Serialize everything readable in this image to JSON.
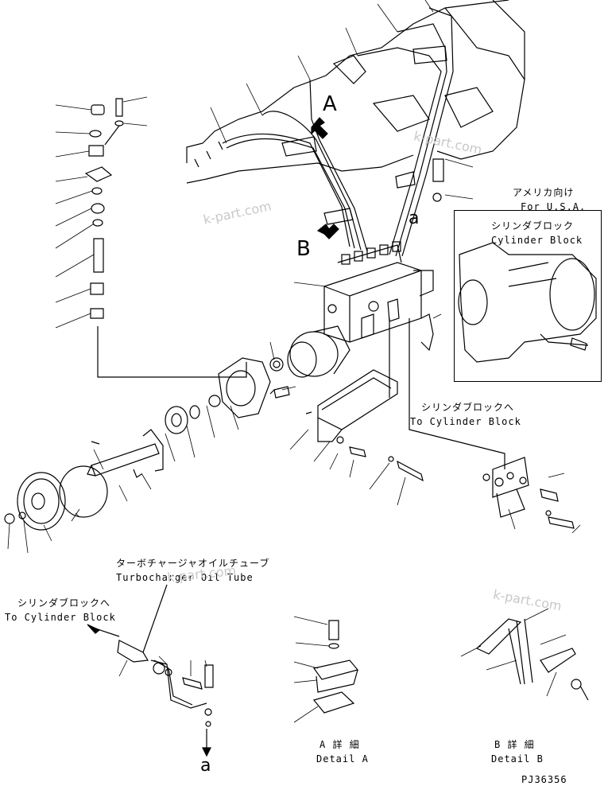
{
  "diagram": {
    "usa_inset": {
      "title_jp": "アメリカ向け",
      "title_en": "For U.S.A.",
      "part_jp": "シリンダブロック",
      "part_en": "Cylinder Block"
    },
    "view_markers": {
      "a": "A",
      "b": "B",
      "a_lower": "a"
    },
    "to_cylinder_block_right": {
      "jp": "シリンダブロックへ",
      "en": "To Cylinder Block"
    },
    "turbo_oil_tube": {
      "jp": "ターボチャージャオイルチューブ",
      "en": "Turbocharger Oil Tube"
    },
    "to_cylinder_block_left": {
      "jp": "シリンダブロックへ",
      "en": "To Cylinder Block"
    },
    "detail_a": {
      "jp": "A 詳 細",
      "en": "Detail A"
    },
    "detail_b": {
      "jp": "B 詳 細",
      "en": "Detail B"
    },
    "drawing_number": "PJ36356",
    "watermark": "k-part.com"
  }
}
